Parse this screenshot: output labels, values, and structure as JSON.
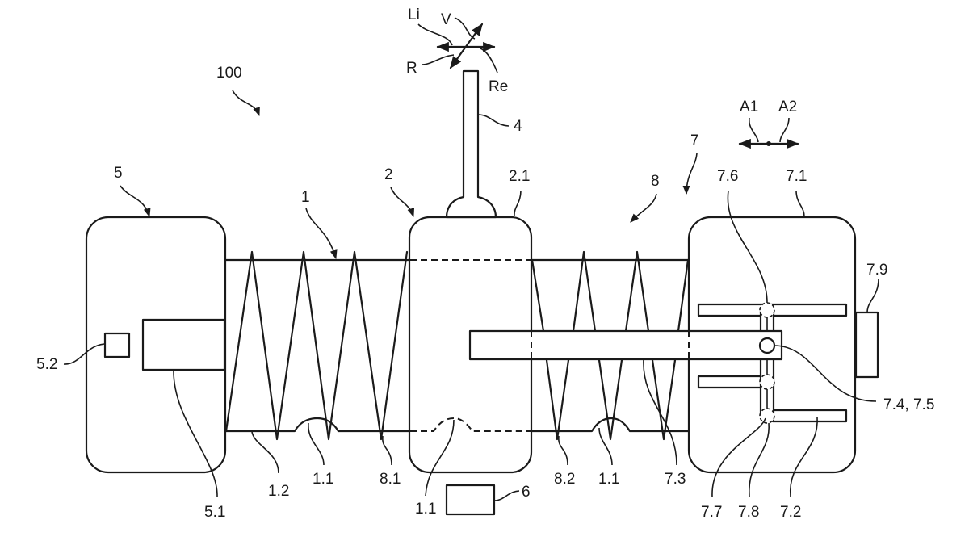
{
  "figure": {
    "reference_numerals": {
      "system": "100",
      "spring_1": "1",
      "spring_contact_1_1_left": "1.1",
      "spring_contact_1_1_center": "1.1",
      "spring_contact_1_1_right": "1.1",
      "spring_base_1_2": "1.2",
      "slider_2": "2",
      "slider_top_2_1": "2.1",
      "lever_4": "4",
      "left_unit_5": "5",
      "left_block_5_1": "5.1",
      "left_sensor_5_2": "5.2",
      "control_unit_6": "6",
      "right_unit_7": "7",
      "right_housing_7_1": "7.1",
      "right_bar_7_2": "7.2",
      "rod_7_3": "7.3",
      "pivot_7_4_7_5": "7.4, 7.5",
      "detent_7_6": "7.6",
      "detent_7_7": "7.7",
      "detent_7_8": "7.8",
      "actuator_7_9": "7.9",
      "spring_section_8": "8",
      "spring_part_8_1": "8.1",
      "spring_part_8_2": "8.2"
    },
    "direction_labels": {
      "left": "Li",
      "forward": "V",
      "backward": "R",
      "right": "Re",
      "axis_a1": "A1",
      "axis_a2": "A2"
    }
  }
}
